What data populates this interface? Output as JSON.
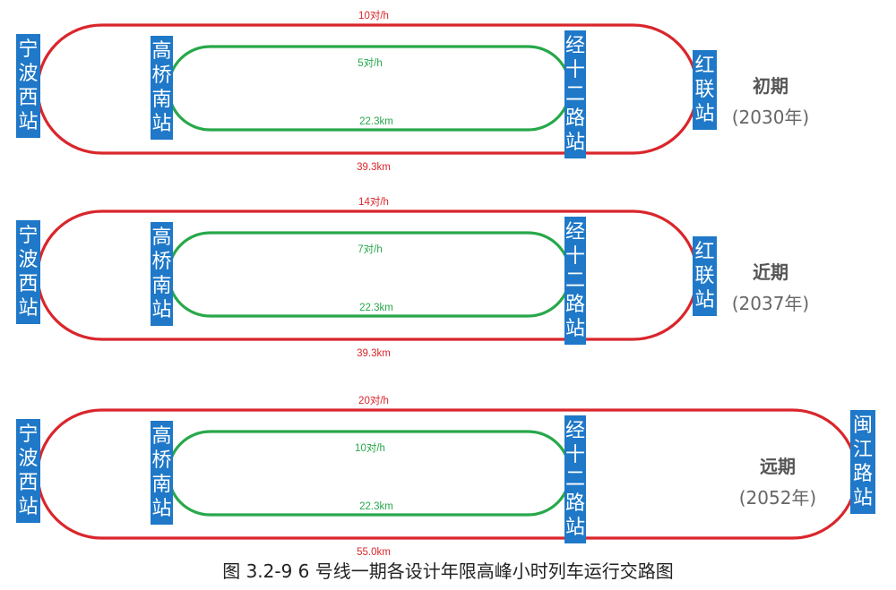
{
  "caption": "图  3.2-9   6 号线一期各设计年限高峰小时列车运行交路图",
  "colors": {
    "station": "#1f78c8",
    "long_route": "#d9262c",
    "short_route": "#27a84a"
  },
  "phases": [
    {
      "title": "初期",
      "year": "(2030年)",
      "long_route": {
        "frequency": "10对/h",
        "distance": "39.3km",
        "from": "宁波西站",
        "to": "红联站"
      },
      "short_route": {
        "frequency": "5对/h",
        "distance": "22.3km",
        "from": "高桥南站",
        "to": "经十二路站"
      }
    },
    {
      "title": "近期",
      "year": "(2037年)",
      "long_route": {
        "frequency": "14对/h",
        "distance": "39.3km",
        "from": "宁波西站",
        "to": "红联站"
      },
      "short_route": {
        "frequency": "7对/h",
        "distance": "22.3km",
        "from": "高桥南站",
        "to": "经十二路站"
      }
    },
    {
      "title": "远期",
      "year": "(2052年)",
      "long_route": {
        "frequency": "20对/h",
        "distance": "55.0km",
        "from": "宁波西站",
        "to": "闽江路站"
      },
      "short_route": {
        "frequency": "10对/h",
        "distance": "22.3km",
        "from": "高桥南站",
        "to": "经十二路站"
      }
    }
  ]
}
